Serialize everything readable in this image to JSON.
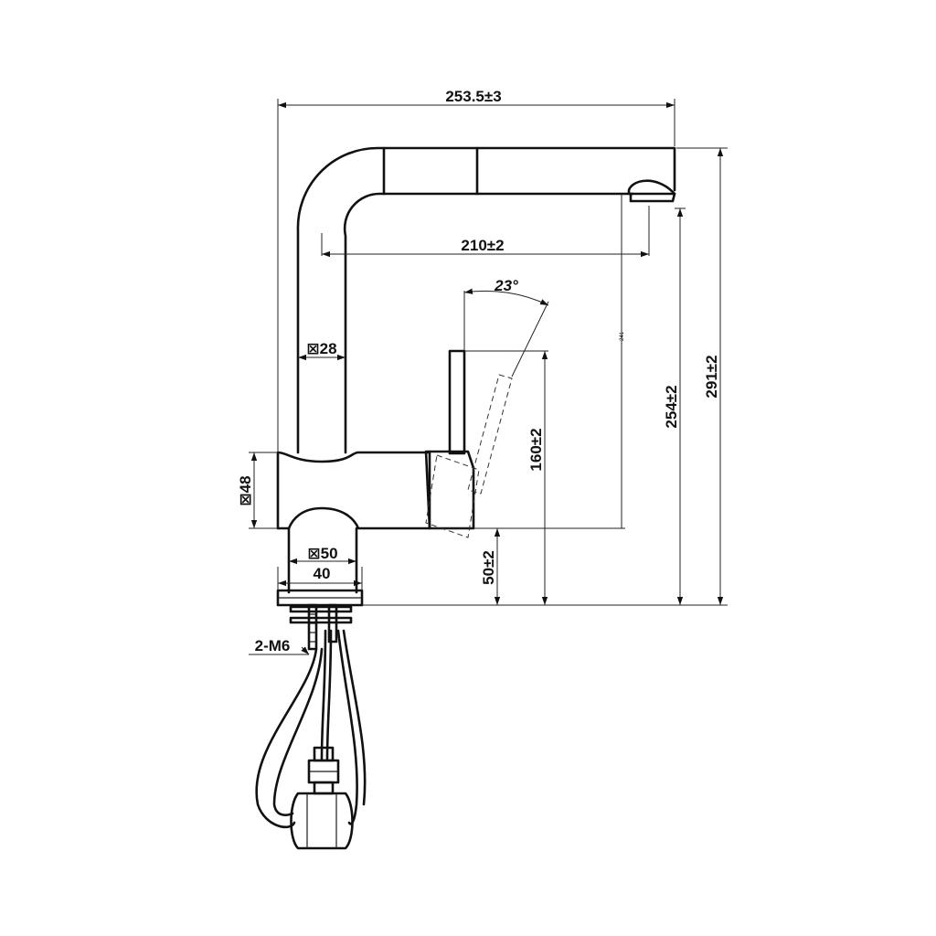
{
  "dimensions": {
    "total_width": "253.5±3",
    "spout_reach": "210±2",
    "angle": "23°",
    "tube_size": "⊠28",
    "body_size": "⊠48",
    "base_size": "⊠50",
    "base_width": "40",
    "lever_height": "160±2",
    "base_height": "50±2",
    "spout_height": "254±2",
    "total_height": "291±2",
    "small_mark": "241",
    "threads": "2-M6"
  }
}
